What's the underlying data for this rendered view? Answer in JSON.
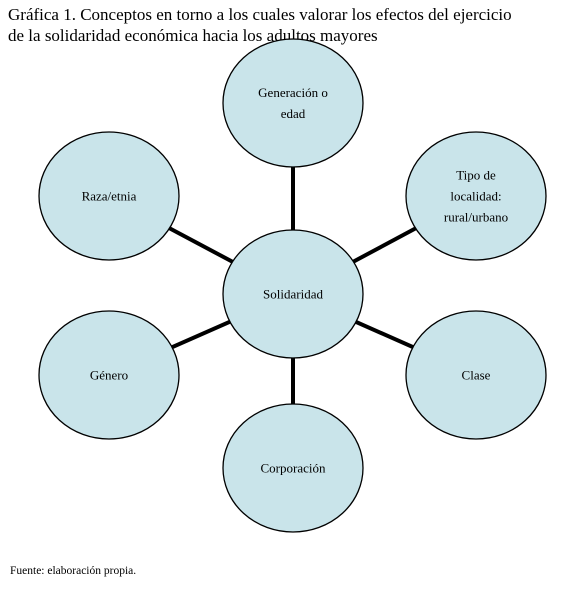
{
  "title": {
    "line1": "Gráfica 1. Conceptos en torno a los cuales valorar los efectos del ejercicio",
    "line2": "de la solidaridad económica hacia los adultos mayores"
  },
  "diagram": {
    "center": {
      "id": "solidaridad",
      "label": [
        "Solidaridad"
      ]
    },
    "nodes": [
      {
        "id": "generacion",
        "label": [
          "Generación o",
          "edad"
        ]
      },
      {
        "id": "tipo-localidad",
        "label": [
          "Tipo de",
          "localidad:",
          "rural/urbano"
        ]
      },
      {
        "id": "clase",
        "label": [
          "Clase"
        ]
      },
      {
        "id": "corporacion",
        "label": [
          "Corporación"
        ]
      },
      {
        "id": "genero",
        "label": [
          "Género"
        ]
      },
      {
        "id": "raza-etnia",
        "label": [
          "Raza/etnia"
        ]
      }
    ],
    "colors": {
      "node_fill": "#c9e4ea",
      "node_stroke": "#000000",
      "connector": "#000000"
    }
  },
  "source": "Fuente: elaboración propia."
}
